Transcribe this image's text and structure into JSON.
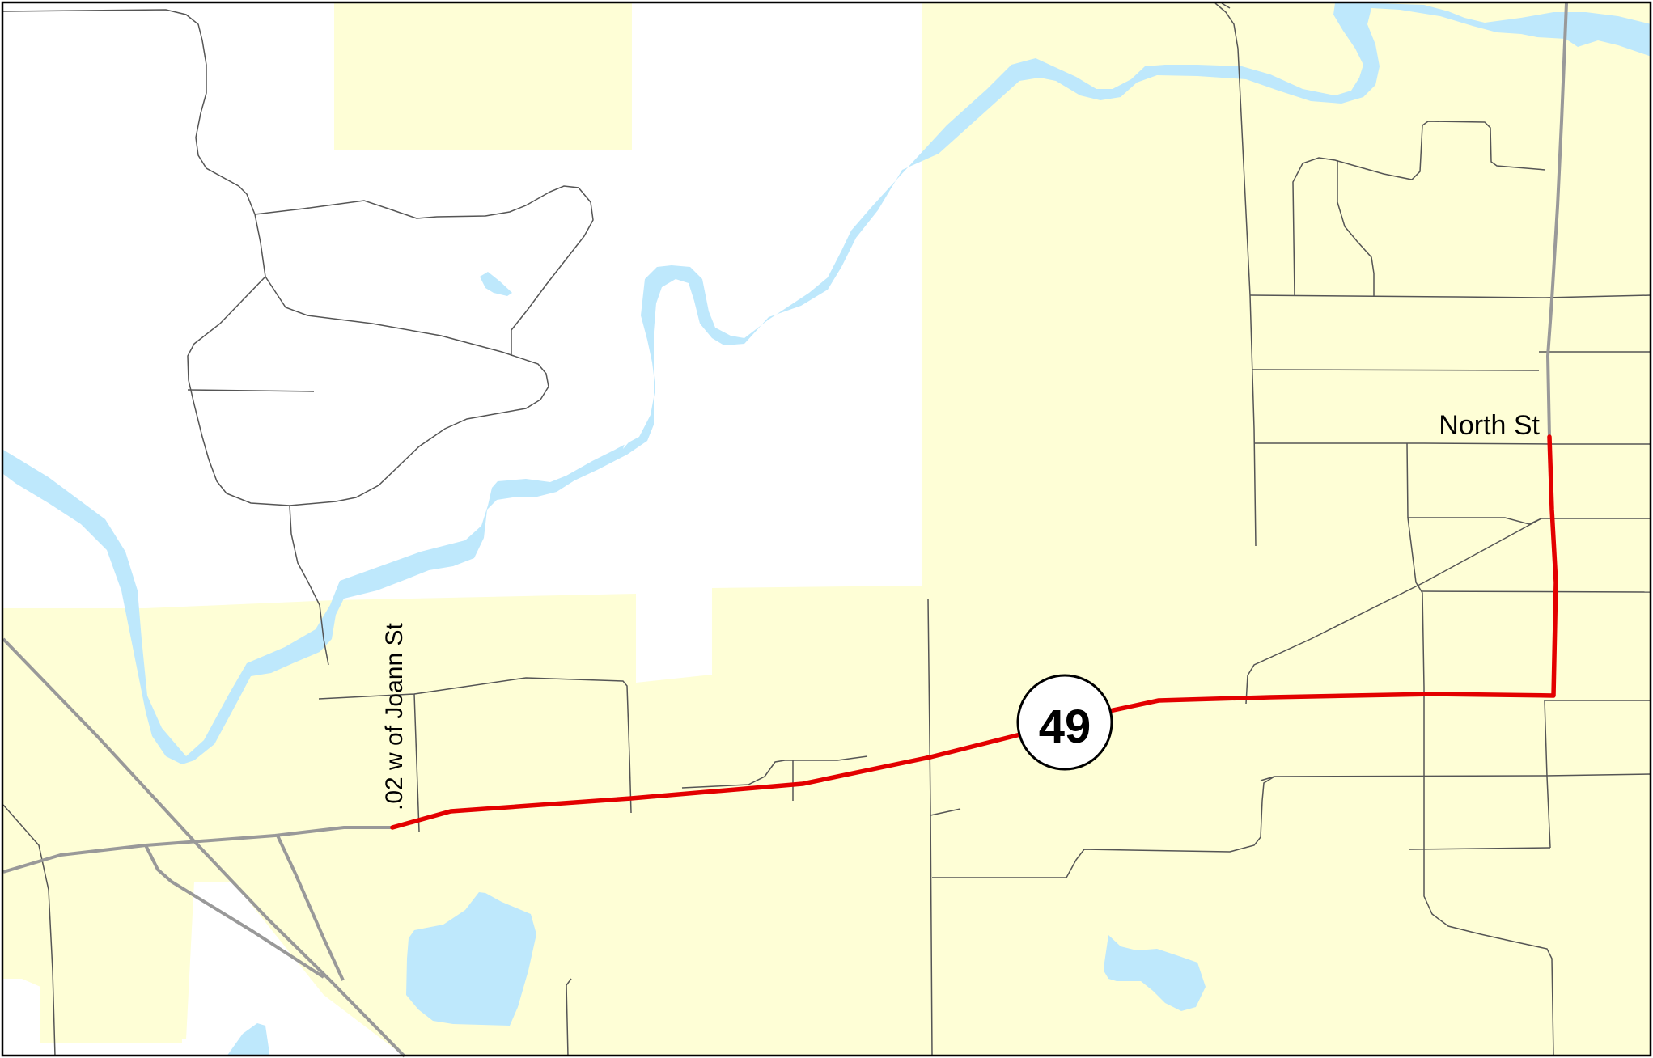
{
  "map": {
    "route_shield": {
      "number": "49"
    },
    "labels": {
      "north_st": "North St",
      "joann_st": ".02 w of Joann St"
    },
    "colors": {
      "land": "#fefed6",
      "water": "#bee8fc",
      "route": "#e30000",
      "highway": "#999999",
      "local_road": "#555555",
      "border": "#000000"
    }
  }
}
